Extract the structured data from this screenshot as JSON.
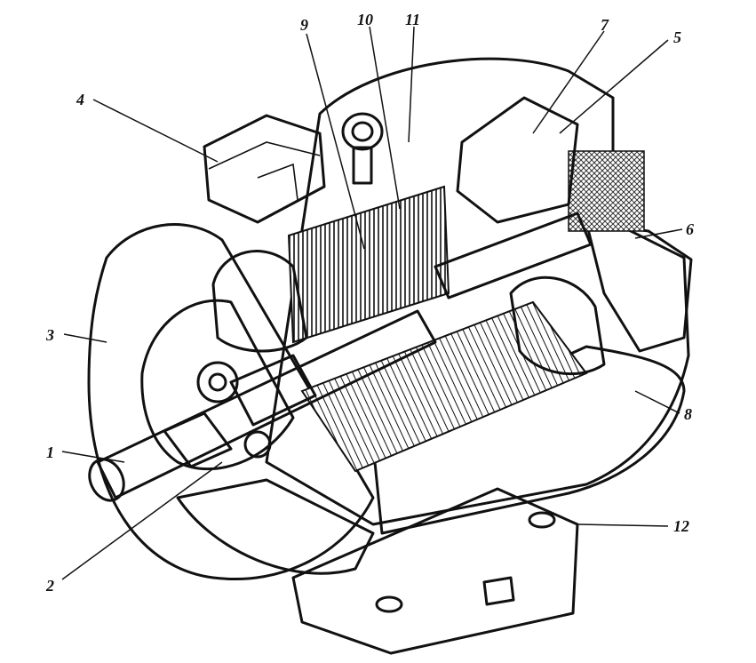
{
  "figure": {
    "callouts": [
      {
        "id": "1",
        "text": "1"
      },
      {
        "id": "2",
        "text": "2"
      },
      {
        "id": "3",
        "text": "3"
      },
      {
        "id": "4",
        "text": "4"
      },
      {
        "id": "5",
        "text": "5"
      },
      {
        "id": "6",
        "text": "6"
      },
      {
        "id": "7",
        "text": "7"
      },
      {
        "id": "8",
        "text": "8"
      },
      {
        "id": "9",
        "text": "9"
      },
      {
        "id": "10",
        "text": "10"
      },
      {
        "id": "11",
        "text": "11"
      },
      {
        "id": "12",
        "text": "12"
      }
    ]
  }
}
